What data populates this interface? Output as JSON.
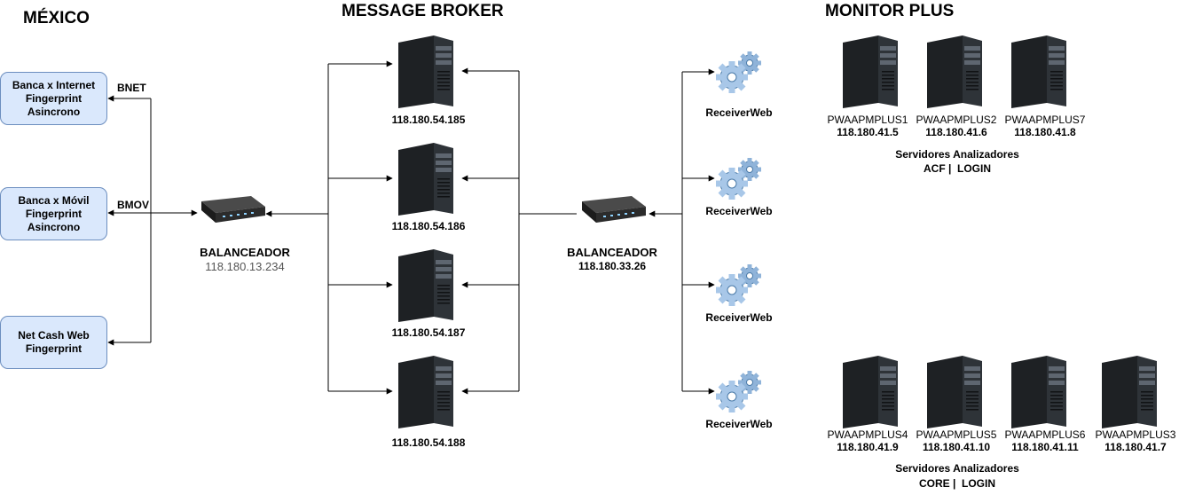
{
  "headings": {
    "mexico": "MÉXICO",
    "broker": "MESSAGE BROKER",
    "monitor": "MONITOR PLUS"
  },
  "clients": [
    {
      "line1": "Banca x Internet",
      "line2": "Fingerprint",
      "line3": "Asincrono",
      "tag": "BNET"
    },
    {
      "line1": "Banca x Móvil",
      "line2": "Fingerprint",
      "line3": "Asincrono",
      "tag": "BMOV"
    },
    {
      "line1": "Net Cash Web",
      "line2": "Fingerprint",
      "line3": "",
      "tag": ""
    }
  ],
  "balancer1": {
    "name": "BALANCEADOR",
    "ip": "118.180.13.234"
  },
  "balancer2": {
    "name": "BALANCEADOR",
    "ip": "118.180.33.26"
  },
  "broker_servers": [
    "118.180.54.185",
    "118.180.54.186",
    "118.180.54.187",
    "118.180.54.188"
  ],
  "receivers": [
    "ReceiverWeb",
    "ReceiverWeb",
    "ReceiverWeb",
    "ReceiverWeb"
  ],
  "group_acf": {
    "servers": [
      {
        "name": "PWAAPMPLUS1",
        "ip": "118.180.41.5"
      },
      {
        "name": "PWAAPMPLUS2",
        "ip": "118.180.41.6"
      },
      {
        "name": "PWAAPMPLUS7",
        "ip": "118.180.41.8"
      }
    ],
    "title": "Servidores Analizadores",
    "subtitle": "ACF |  LOGIN"
  },
  "group_core": {
    "servers": [
      {
        "name": "PWAAPMPLUS4",
        "ip": "118.180.41.9"
      },
      {
        "name": "PWAAPMPLUS5",
        "ip": "118.180.41.10"
      },
      {
        "name": "PWAAPMPLUS6",
        "ip": "118.180.41.11"
      },
      {
        "name": "PWAAPMPLUS3",
        "ip": "118.180.41.7"
      }
    ],
    "title": "Servidores Analizadores",
    "subtitle": "CORE |  LOGIN"
  },
  "colors": {
    "client_fill": "#dae8fc",
    "client_border": "#6c8ebf",
    "line": "#000000"
  }
}
